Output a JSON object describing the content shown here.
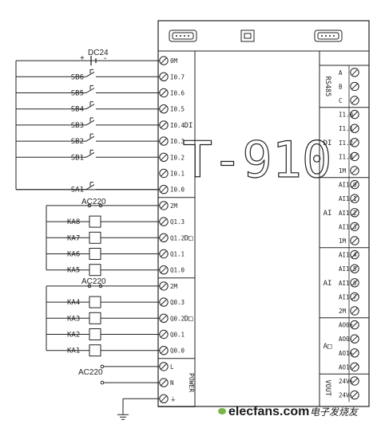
{
  "title_big": "T-910",
  "supply_dc": "DC24",
  "supply_plus": "+",
  "supply_minus": "-",
  "supply_ac_1": "AC220",
  "supply_ac_2": "AC220",
  "supply_ac_power": "AC220",
  "left_terminals": [
    "0M",
    "I0.7",
    "I0.6",
    "I0.5",
    "I0.4",
    "I0.3",
    "I0.2",
    "I0.1",
    "I0.0",
    "2M",
    "Q1.3",
    "Q1.2",
    "Q1.1",
    "Q1.0",
    "2M",
    "Q0.3",
    "Q0.2",
    "Q0.1",
    "Q0.0",
    "L",
    "N",
    "⏚"
  ],
  "switches": [
    {
      "label": "SB6",
      "row": 1
    },
    {
      "label": "SB5",
      "row": 2
    },
    {
      "label": "SB4",
      "row": 3
    },
    {
      "label": "SB3",
      "row": 4
    },
    {
      "label": "SB2",
      "row": 5
    },
    {
      "label": "SB1",
      "row": 6
    },
    {
      "label": "SA1",
      "row": 8
    }
  ],
  "relays": [
    {
      "label": "KA8",
      "row": 10
    },
    {
      "label": "KA7",
      "row": 11
    },
    {
      "label": "KA6",
      "row": 12
    },
    {
      "label": "KA5",
      "row": 13
    },
    {
      "label": "KA4",
      "row": 15
    },
    {
      "label": "KA3",
      "row": 16
    },
    {
      "label": "KA2",
      "row": 17
    },
    {
      "label": "KA1",
      "row": 18
    }
  ],
  "left_groups": [
    {
      "label": "DI"
    },
    {
      "label": "D□"
    },
    {
      "label": "D□"
    },
    {
      "label": "POWER"
    }
  ],
  "right_terminals": [
    "A",
    "B",
    "C",
    "I1.0",
    "I1.1",
    "I1.2",
    "I1.3",
    "1M",
    "AI1.0",
    "AI1.1",
    "AI1.2",
    "AI1.3",
    "1M",
    "AI1.4",
    "AI1.5",
    "AI1.6",
    "AI1.7",
    "2M",
    "AO0+",
    "AO0-",
    "AO1+",
    "AO1-",
    "24V+",
    "24V-"
  ],
  "right_groups": [
    {
      "label": "RS485"
    },
    {
      "label": "DI"
    },
    {
      "label": "AI"
    },
    {
      "label": "AI"
    },
    {
      "label": "A□"
    },
    {
      "label": "VOUT"
    }
  ],
  "watermark": "elecfans.com",
  "watermark_cn": "电子发烧友"
}
